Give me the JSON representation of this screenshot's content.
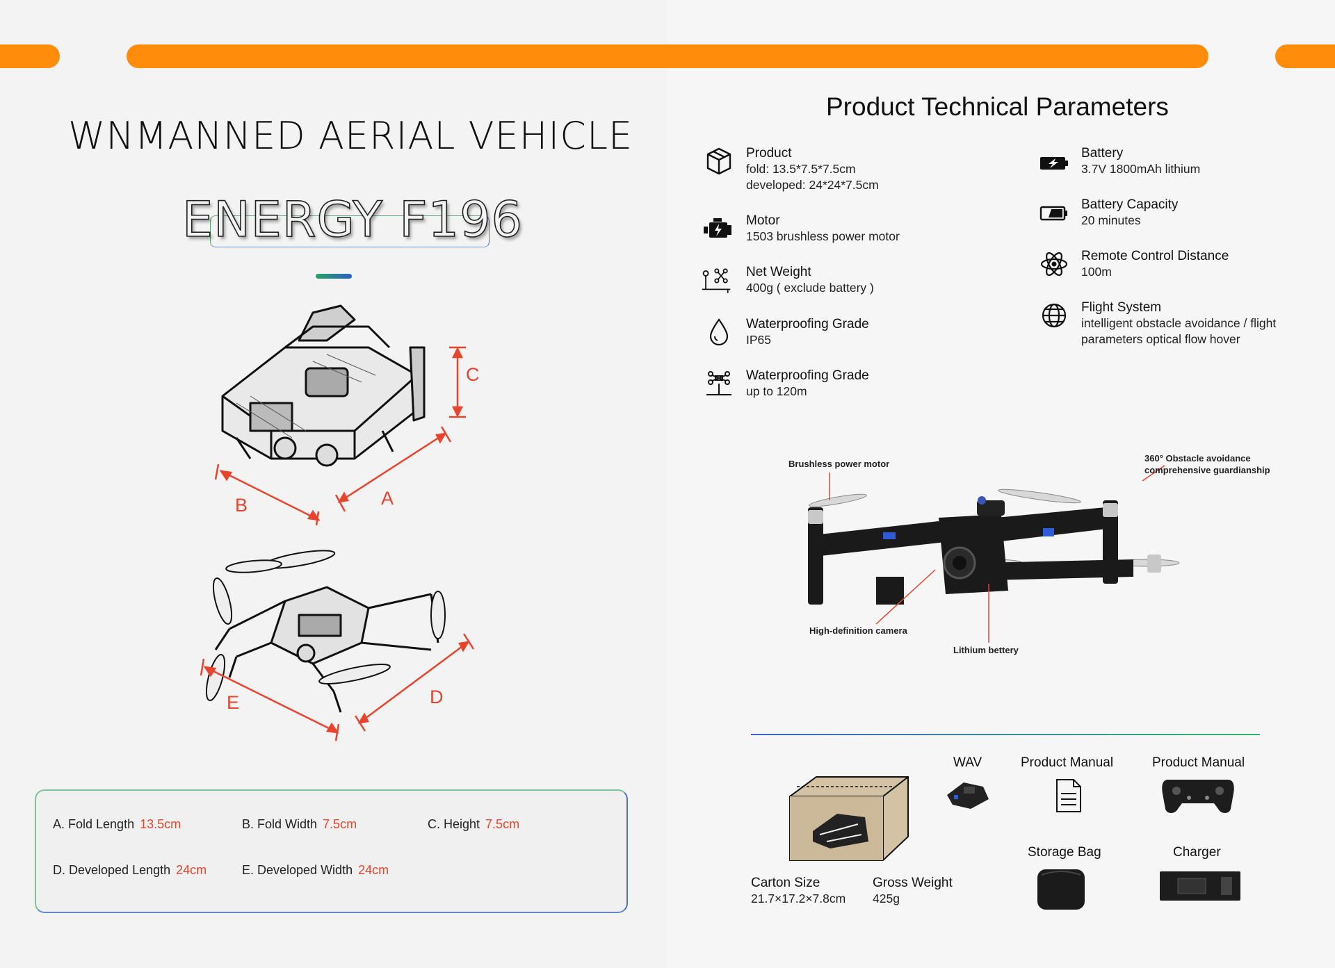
{
  "header": {
    "bar_color": "#ff8c0a"
  },
  "left": {
    "title": "WNMANNED AERIAL VEHICLE",
    "model": "ENERGY F196",
    "dimension_letters": {
      "a": "A",
      "b": "B",
      "c": "C",
      "d": "D",
      "e": "E"
    },
    "specs": [
      {
        "label": "A. Fold Length",
        "value": "13.5cm"
      },
      {
        "label": "B. Fold Width",
        "value": "7.5cm"
      },
      {
        "label": "C.  Height",
        "value": "7.5cm"
      },
      {
        "label": "D. Developed Length",
        "value": "24cm"
      },
      {
        "label": "E. Developed Width",
        "value": "24cm"
      }
    ],
    "accent_color": "#e8442d"
  },
  "right": {
    "title": "Product Technical Parameters",
    "params_left": [
      {
        "icon": "box-icon",
        "label": "Product",
        "lines": [
          "fold: 13.5*7.5*7.5cm",
          "developed: 24*24*7.5cm"
        ]
      },
      {
        "icon": "engine-icon",
        "label": "Motor",
        "lines": [
          "1503 brushless power motor"
        ]
      },
      {
        "icon": "scale-drone-icon",
        "label": "Net Weight",
        "lines": [
          "400g ( exclude battery )"
        ]
      },
      {
        "icon": "water-drop-icon",
        "label": "Waterproofing Grade",
        "lines": [
          "IP65"
        ]
      },
      {
        "icon": "altitude-drone-icon",
        "label": "Waterproofing Grade",
        "lines": [
          "up to 120m"
        ]
      }
    ],
    "params_right": [
      {
        "icon": "battery-charge-icon",
        "label": "Battery",
        "lines": [
          "3.7V 1800mAh lithium"
        ]
      },
      {
        "icon": "battery-level-icon",
        "label": "Battery Capacity",
        "lines": [
          "20 minutes"
        ]
      },
      {
        "icon": "atom-icon",
        "label": "Remote Control Distance",
        "lines": [
          "100m"
        ]
      },
      {
        "icon": "globe-icon",
        "label": "Flight System",
        "lines": [
          "intelligent obstacle avoidance / flight",
          "parameters optical flow hover"
        ]
      }
    ],
    "callouts": {
      "motor": "Brushless power motor",
      "obstacle_1": "360° Obstacle avoidance",
      "obstacle_2": "comprehensive guardianship",
      "camera": "High-definition camera",
      "battery": "Lithium bettery"
    },
    "package": {
      "carton_label": "Carton Size",
      "carton_value": "21.7×17.2×7.8cm",
      "weight_label": "Gross Weight",
      "weight_value": "425g",
      "items": [
        {
          "label": "WAV"
        },
        {
          "label": "Product Manual"
        },
        {
          "label": "Product Manual"
        },
        {
          "label": "Storage Bag"
        },
        {
          "label": "Charger"
        }
      ]
    }
  }
}
